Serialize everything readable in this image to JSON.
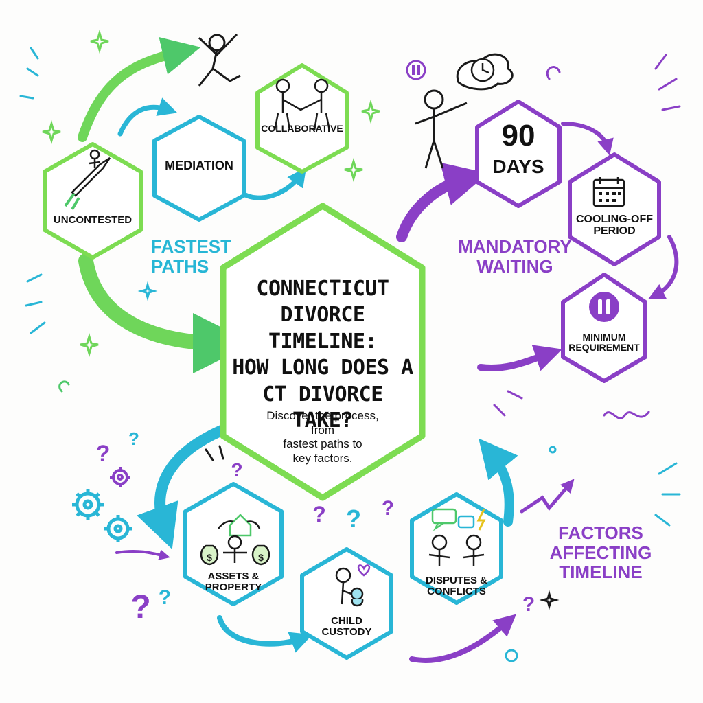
{
  "title_lines": [
    "CONNECTICUT",
    "DIVORCE TIMELINE:",
    "HOW LONG DOES A",
    "CT DIVORCE TAKE?"
  ],
  "subtitle_lines": [
    "Discover the process, from",
    "fastest paths to",
    "key factors."
  ],
  "fastest": {
    "heading_lines": [
      "FASTEST",
      "PATHS"
    ],
    "nodes": {
      "uncontested": "UNCONTESTED",
      "mediation": "MEDIATION",
      "collaborative": "COLLABORATIVE"
    }
  },
  "waiting": {
    "heading_lines": [
      "MANDATORY",
      "WAITING"
    ],
    "days_number": "90",
    "days_word": "DAYS",
    "cooling_lines": [
      "COOLING-OFF",
      "PERIOD"
    ],
    "minimum_lines": [
      "MINIMUM",
      "REQUIREMENT"
    ]
  },
  "factors": {
    "heading_lines": [
      "FACTORS",
      "AFFECTING",
      "TIMELINE"
    ],
    "assets_lines": [
      "ASSETS &",
      "PROPERTY"
    ],
    "custody_lines": [
      "CHILD",
      "CUSTODY"
    ],
    "disputes_lines": [
      "DISPUTES &",
      "CONFLICTS"
    ]
  },
  "colors": {
    "green": "#7ddc52",
    "cyan": "#29b6d6",
    "purple": "#8a3fc6",
    "ink": "#1a1a1a"
  },
  "icons": [
    "rocket-icon",
    "handshake-icon",
    "clock-icon",
    "calendar-icon",
    "pause-icon",
    "money-bag-icon",
    "house-icon",
    "heart-icon",
    "speech-bubble-icon",
    "lightning-icon",
    "gear-icon",
    "question-mark-icon",
    "star-icon",
    "stick-figure-icon"
  ]
}
